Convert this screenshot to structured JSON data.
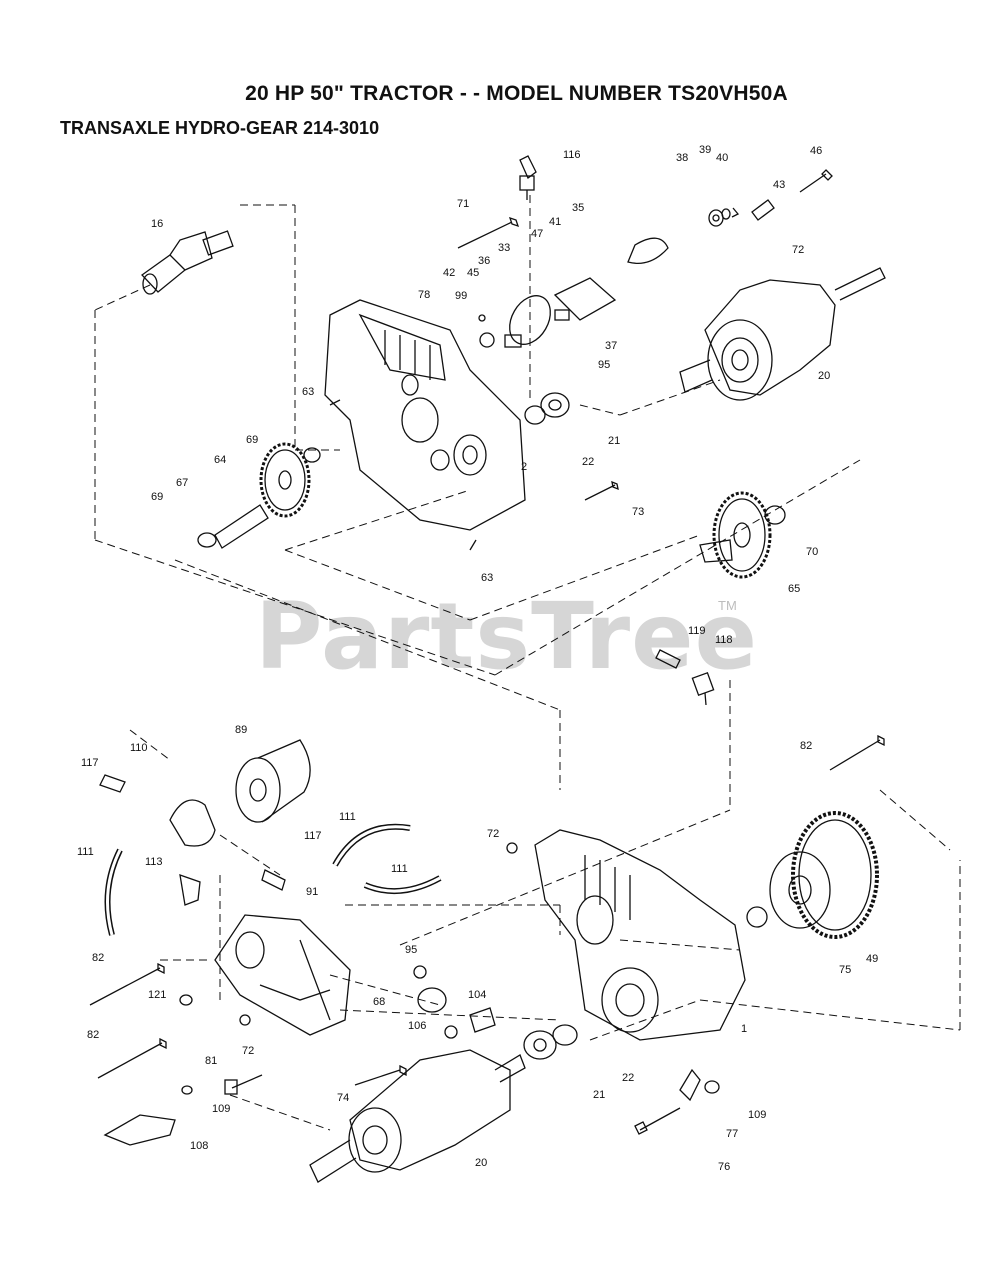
{
  "header": {
    "title": "20 HP 50\" TRACTOR - - MODEL NUMBER TS20VH50A",
    "subtitle": "TRANSAXLE HYDRO-GEAR 214-3010"
  },
  "watermark": {
    "text": "PartsTree",
    "trademark": "TM"
  },
  "part_labels": {
    "p116": "116",
    "p38": "38",
    "p39": "39",
    "p40": "40",
    "p46": "46",
    "p43": "43",
    "p16": "16",
    "p71": "71",
    "p35": "35",
    "p41": "41",
    "p47": "47",
    "p72a": "72",
    "p33": "33",
    "p36": "36",
    "p45": "45",
    "p42": "42",
    "p78": "78",
    "p99": "99",
    "p37": "37",
    "p95a": "95",
    "p20a": "20",
    "p63a": "63",
    "p21a": "21",
    "p22a": "22",
    "p2": "2",
    "p69a": "69",
    "p64": "64",
    "p67": "67",
    "p69b": "69",
    "p73": "73",
    "p70": "70",
    "p63b": "63",
    "p65": "65",
    "p119": "119",
    "p118": "118",
    "p89": "89",
    "p110": "110",
    "p117a": "117",
    "p82a": "82",
    "p111a": "111",
    "p117b": "117",
    "p72b": "72",
    "p111b": "111",
    "p113": "113",
    "p111c": "111",
    "p91": "91",
    "p82b": "82",
    "p95b": "95",
    "p121": "121",
    "p68": "68",
    "p104": "104",
    "p106": "106",
    "p75": "75",
    "p49": "49",
    "p1": "1",
    "p82c": "82",
    "p72c": "72",
    "p22b": "22",
    "p81": "81",
    "p74": "74",
    "p21b": "21",
    "p109a": "109",
    "p109b": "109",
    "p77": "77",
    "p108": "108",
    "p20b": "20",
    "p76": "76"
  }
}
